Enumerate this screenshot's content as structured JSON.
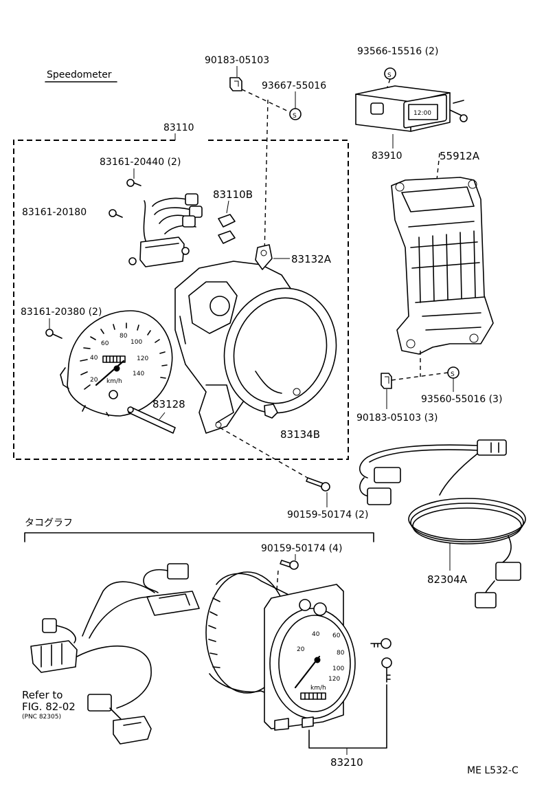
{
  "title": "Speedometer",
  "tachograph_title": "タコグラフ",
  "figure_code": "ME L532-C",
  "refer_note": {
    "line1": "Refer to",
    "line2": "FIG. 82-02",
    "line3": "(PNC 82305)"
  },
  "clock_display": "12:00",
  "dial_text": {
    "km": "km/h",
    "n20": "20",
    "n40": "40",
    "n60": "60",
    "n80": "80",
    "n100": "100",
    "n120": "120",
    "n140": "140"
  },
  "tacho_dial_text": {
    "n20": "20",
    "n40": "40",
    "n60": "60",
    "n80": "80",
    "n100": "100",
    "n120": "120",
    "km": "km/h"
  },
  "parts": {
    "p90183_05103_top": "90183-05103",
    "p93566_15516": "93566-15516 (2)",
    "p93667_55016": "93667-55016",
    "p83110": "83110",
    "p83910": "83910",
    "p55912A": "55912A",
    "p83161_20440": "83161-20440 (2)",
    "p83110B": "83110B",
    "p83161_20180": "83161-20180",
    "p83132A": "83132A",
    "p83161_20380": "83161-20380 (2)",
    "p83128": "83128",
    "p83134B": "83134B",
    "p93560_55016": "93560-55016 (3)",
    "p90183_05103_bottom": "90183-05103 (3)",
    "p90159_50174_2": "90159-50174 (2)",
    "p90159_50174_4": "90159-50174 (4)",
    "p82304A": "82304A",
    "p83210": "83210"
  }
}
